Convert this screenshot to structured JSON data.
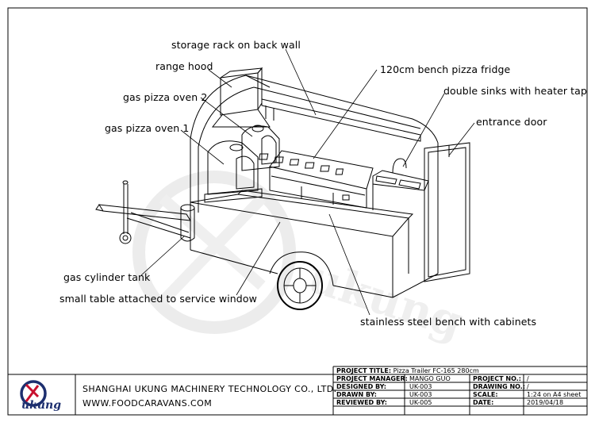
{
  "callouts": {
    "storage_rack": "storage rack on back wall",
    "range_hood": "range hood",
    "oven_2": "gas pizza oven 2",
    "oven_1": "gas pizza oven 1",
    "fridge": "120cm bench pizza fridge",
    "sinks": "double sinks with heater tap",
    "door": "entrance door",
    "cylinder": "gas cylinder tank",
    "small_table": "small table attached to service window",
    "bench": "stainless steel bench with cabinets"
  },
  "title_block": {
    "company": "SHANGHAI UKUNG MACHINERY TECHNOLOGY CO., LTD.",
    "website": "WWW.FOODCARAVANS.COM",
    "logo_text": "ukung",
    "watermark_text": "ukung",
    "project_title_label": "PROJECT TITLE:",
    "project_title_value": "Pizza Trailer FC-165 280cm",
    "rows": [
      {
        "label_left": "PROJECT MANAGER:",
        "value_left": "MANGO GUO",
        "label_right": "PROJECT NO.:",
        "value_right": "/"
      },
      {
        "label_left": "DESIGNED BY:",
        "value_left": "UK-003",
        "label_right": "DRAWING NO.:",
        "value_right": "/"
      },
      {
        "label_left": "DRAWN BY:",
        "value_left": "UK-003",
        "label_right": "SCALE:",
        "value_right": "1:24 on A4 sheet"
      },
      {
        "label_left": "REVIEWED BY:",
        "value_left": "UK-005",
        "label_right": "DATE:",
        "value_right": "2019/04/18"
      }
    ]
  },
  "colors": {
    "line": "#000000",
    "watermark": "#e6e6e6",
    "logo_blue": "#1d2f6f",
    "logo_red": "#c8102e"
  },
  "icons": {
    "logo": "ukung-logo-icon"
  }
}
